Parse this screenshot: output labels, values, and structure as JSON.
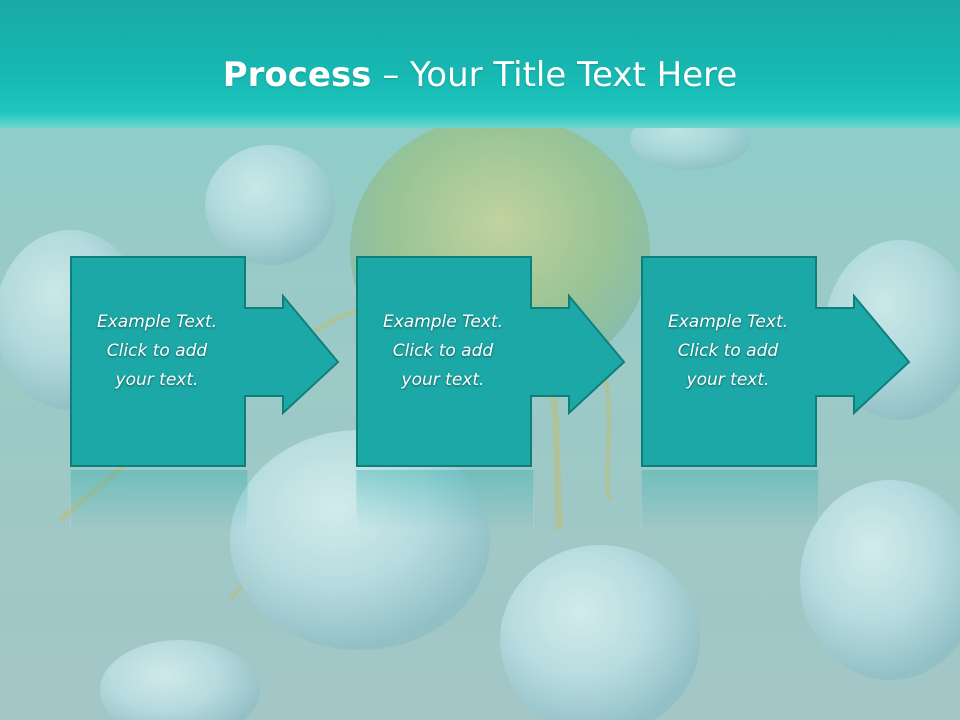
{
  "title": {
    "strong": "Process",
    "rest": " – Your Title Text Here"
  },
  "steps": [
    {
      "text": "Example Text.\nClick  to add\nyour text."
    },
    {
      "text": "Example Text.\nClick  to add\nyour text."
    },
    {
      "text": "Example Text.\nClick  to add\nyour text."
    }
  ],
  "colors": {
    "title_bar": "#17b9b3",
    "box_fill": "#1aa7a5",
    "box_stroke": "#0f7f7c",
    "text": "#ffffff"
  }
}
